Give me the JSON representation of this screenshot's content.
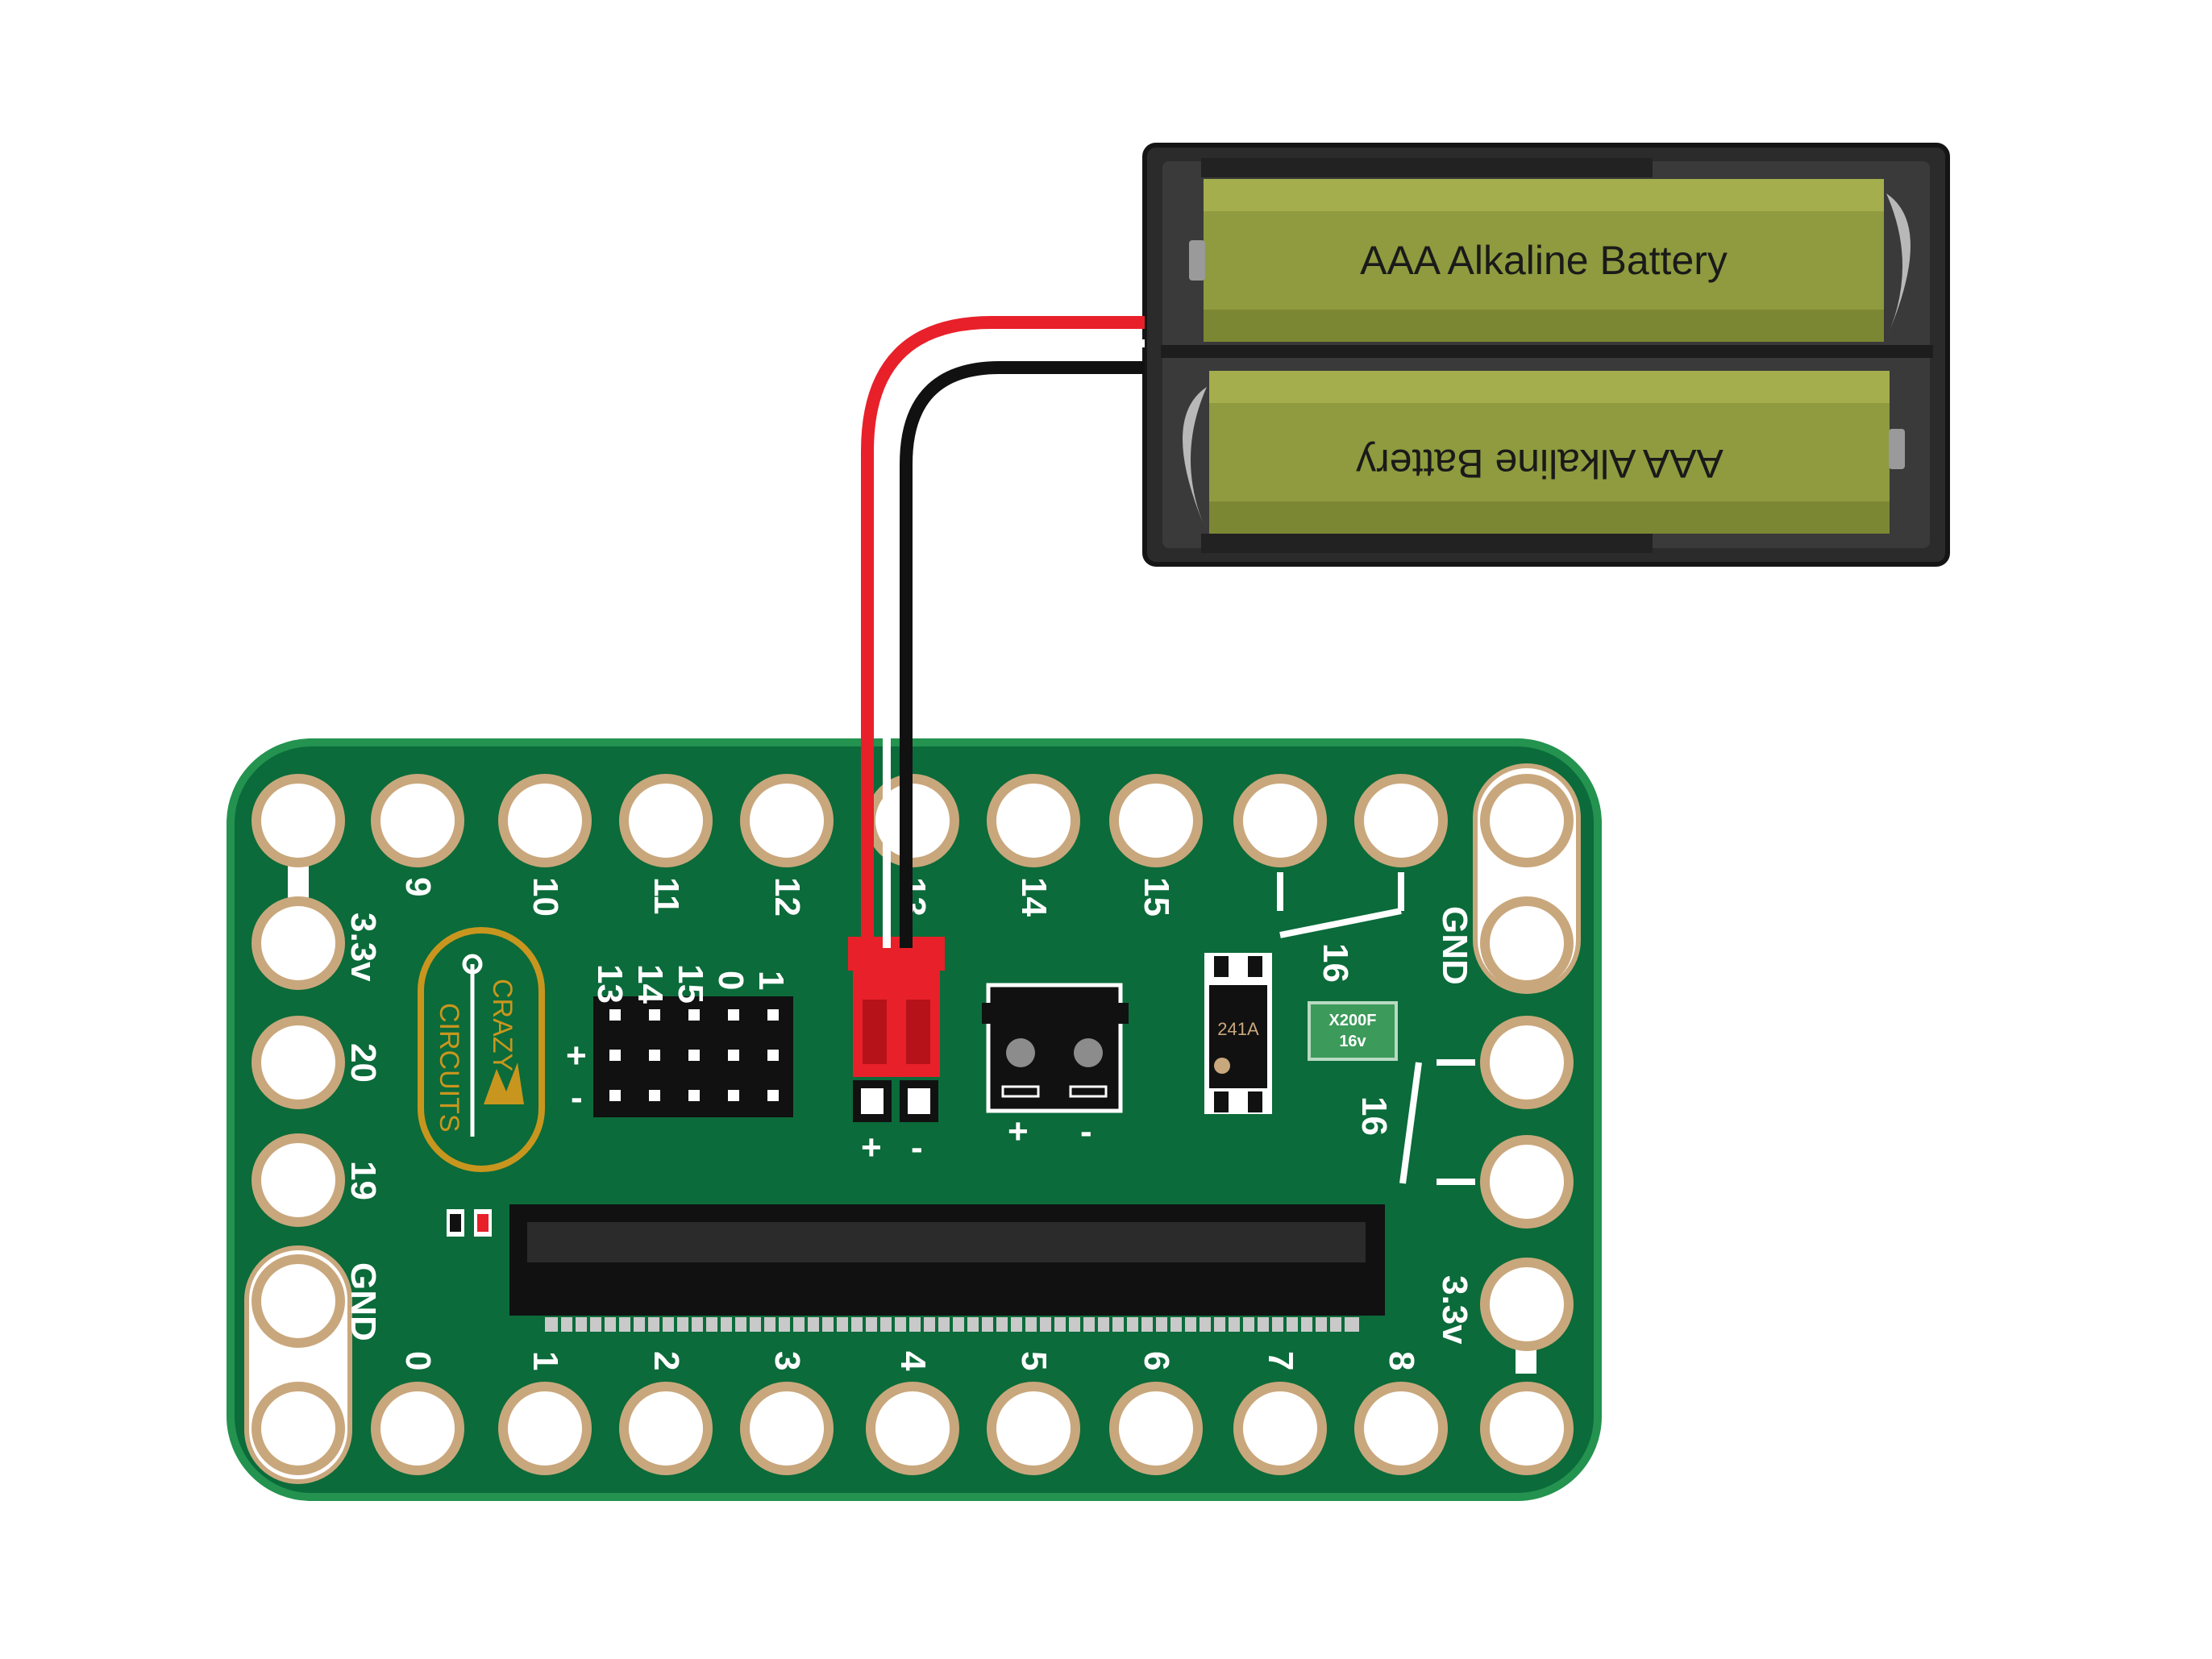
{
  "battery_pack": {
    "cell_top_label": "AAA Alkaline Battery",
    "cell_bottom_label": "AAA Alkaline Battery"
  },
  "board": {
    "logo_line1": "CRAZY",
    "logo_line2": "CIRCUITS",
    "top_pins": [
      "9",
      "10",
      "11",
      "12",
      "13",
      "14",
      "15"
    ],
    "bottom_pins": [
      "0",
      "1",
      "2",
      "3",
      "4",
      "5",
      "6",
      "7",
      "8"
    ],
    "left_labels": [
      "3.3v",
      "20",
      "19",
      "GND"
    ],
    "right_labels": [
      "GND",
      "16",
      "3.3v"
    ],
    "switch_top_label": "16",
    "header_col_labels": [
      "13",
      "14",
      "15",
      "0",
      "1"
    ],
    "header_plus": "+",
    "header_minus": "-",
    "jst_plus": "+",
    "jst_minus": "-",
    "dc_plus": "+",
    "dc_minus": "-",
    "chip_label": "241A",
    "fuse_label_line1": "X200F",
    "fuse_label_line2": "16v"
  },
  "colors": {
    "board_green": "#0b6b3a",
    "pad_tan": "#c9a77c",
    "wire_red": "#e8202a",
    "wire_black": "#111111",
    "battery_olive": "#8f9b3e",
    "logo_gold": "#c8961e"
  }
}
